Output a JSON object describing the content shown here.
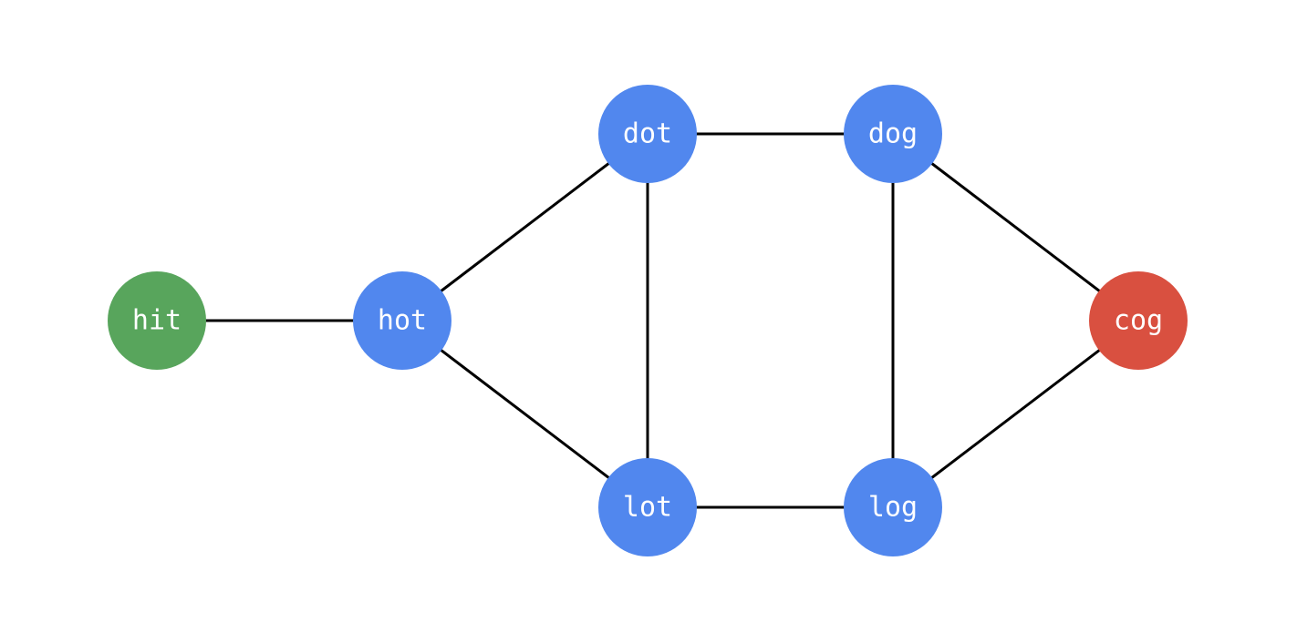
{
  "graph": {
    "colors": {
      "start": "#58a55c",
      "end": "#d95040",
      "default": "#5187ee",
      "edge": "#000000",
      "label": "#ffffff"
    },
    "nodes": [
      {
        "id": "hit",
        "label": "hit",
        "role": "start"
      },
      {
        "id": "hot",
        "label": "hot",
        "role": "default"
      },
      {
        "id": "dot",
        "label": "dot",
        "role": "default"
      },
      {
        "id": "lot",
        "label": "lot",
        "role": "default"
      },
      {
        "id": "dog",
        "label": "dog",
        "role": "default"
      },
      {
        "id": "log",
        "label": "log",
        "role": "default"
      },
      {
        "id": "cog",
        "label": "cog",
        "role": "end"
      }
    ],
    "edges": [
      {
        "from": "hit",
        "to": "hot"
      },
      {
        "from": "hot",
        "to": "dot"
      },
      {
        "from": "hot",
        "to": "lot"
      },
      {
        "from": "dot",
        "to": "lot"
      },
      {
        "from": "dot",
        "to": "dog"
      },
      {
        "from": "lot",
        "to": "log"
      },
      {
        "from": "dog",
        "to": "log"
      },
      {
        "from": "dog",
        "to": "cog"
      },
      {
        "from": "log",
        "to": "cog"
      }
    ]
  }
}
